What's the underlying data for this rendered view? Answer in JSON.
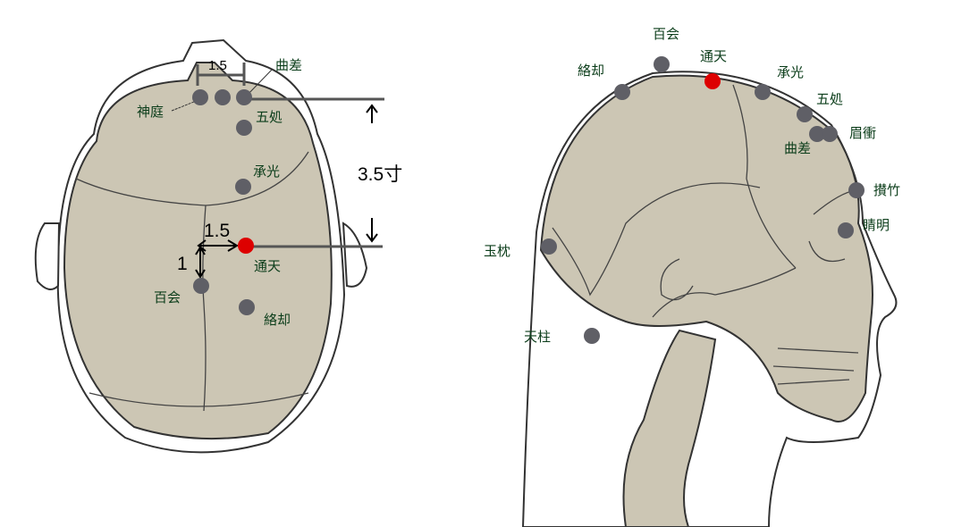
{
  "colors": {
    "point": "#5f5f66",
    "highlight": "#dd0000",
    "bone": "#ccc6b4",
    "label": "#0b3d1a"
  },
  "top_view": {
    "measure_top": "1.5",
    "measure_height": "3.5寸",
    "measure_lateral": "1.5",
    "measure_back": "1",
    "labels": {
      "shentei": "神庭",
      "kyokusa": "曲差",
      "gosho": "五処",
      "shoko": "承光",
      "tsuten": "通天",
      "hyakue": "百会",
      "rakkyaku": "絡却"
    }
  },
  "side_view": {
    "labels": {
      "hyakue": "百会",
      "tsuten": "通天",
      "rakkyaku": "絡却",
      "shoko": "承光",
      "gosho": "五処",
      "bisho": "眉衝",
      "kyokusa": "曲差",
      "sanchiku": "攅竹",
      "seimei": "睛明",
      "gyokuchin": "玉枕",
      "tenchu": "天柱"
    }
  }
}
